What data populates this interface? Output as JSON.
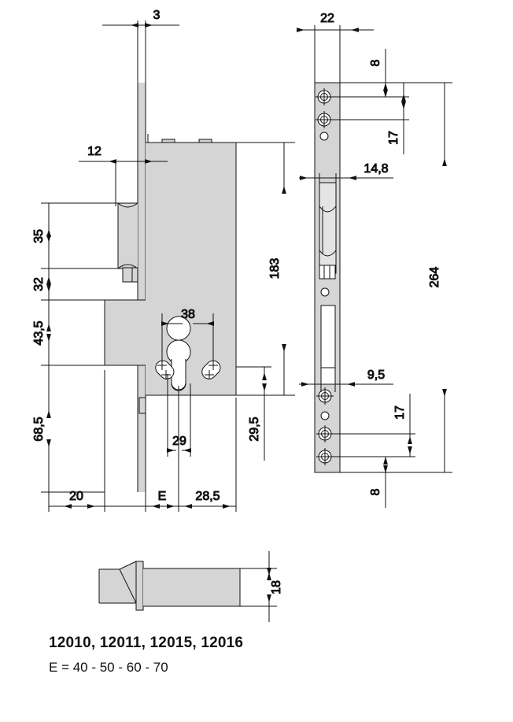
{
  "document": {
    "type": "technical-drawing",
    "subject": "mortise lock with euro profile cylinder hole",
    "units": "mm",
    "background_color": "#ffffff",
    "line_color": "#111111",
    "hatch_fill_color": "#d5d5d5"
  },
  "caption": {
    "model_numbers": "12010, 12011, 12015, 12016",
    "backset_note": "E = 40 - 50 - 60 - 70"
  },
  "views": [
    {
      "name": "side-section-view",
      "position": "left",
      "description": "Lock case side view with faceplate, latch, and euro cylinder hole"
    },
    {
      "name": "faceplate-front-view",
      "position": "right",
      "description": "Faceplate front elevation with fixing screw holes, latch opening and deadbolt slot"
    },
    {
      "name": "bottom-plan-view",
      "position": "bottom",
      "description": "Plan view of latch bolt profile"
    }
  ],
  "dimensions": {
    "side_view": {
      "faceplate_thickness": "3",
      "case_offset": "12",
      "case_height": "183",
      "latch_height": "35",
      "gap_below_latch": "32",
      "deadbolt_block": "43,5",
      "lower_section": "68,5",
      "cylinder_screw_span": "38",
      "cylinder_width": "29",
      "cylinder_center_from_bottom": "29,5",
      "edge_to_case": "20",
      "backset_label": "E",
      "case_to_faceplate": "28,5"
    },
    "faceplate_view": {
      "faceplate_width": "22",
      "top_screw_edge": "8",
      "top_screw_pitch": "17",
      "latch_opening_width": "14,8",
      "total_length": "264",
      "deadbolt_slot_offset": "9,5",
      "bottom_screw_pitch": "17",
      "bottom_screw_edge": "8"
    },
    "bottom_view": {
      "bolt_depth": "18"
    }
  }
}
